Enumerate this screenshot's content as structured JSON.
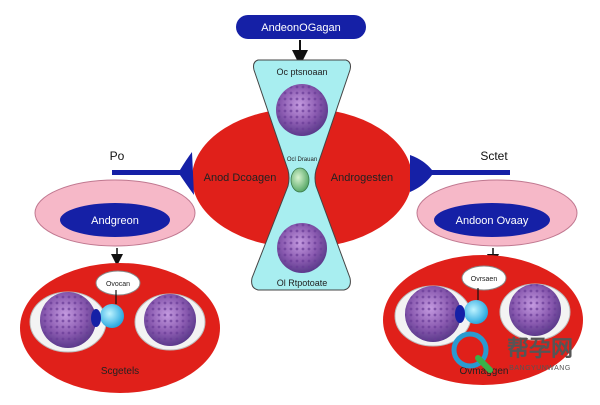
{
  "title": "AndeonOGagan",
  "top_cell_label": "Oc ptsnoaan",
  "bottom_cell_label": "Ol Rtpotoate",
  "center_inner_label": "Ocl Drauan",
  "left_center_label": "Anod Dcoagen",
  "right_center_label": "Androgesten",
  "left_arrow_label": "Po",
  "right_arrow_label": "Sctet",
  "left_pill_label": "Andgreon",
  "right_pill_label": "Andoon Ovaay",
  "left_bottom_small_label": "Ovocan",
  "right_bottom_small_label": "Ovrsaen",
  "left_bottom_label": "Scgetels",
  "right_bottom_label": "Ovmaggen",
  "watermark_cn": "帮孕网",
  "watermark_en": "BANGYUNWANG",
  "colors": {
    "red": "#e0201a",
    "navy": "#1520a6",
    "cyan": "#a8eef0",
    "pink": "#f6b8c8",
    "purple": "#8a5ab0"
  }
}
